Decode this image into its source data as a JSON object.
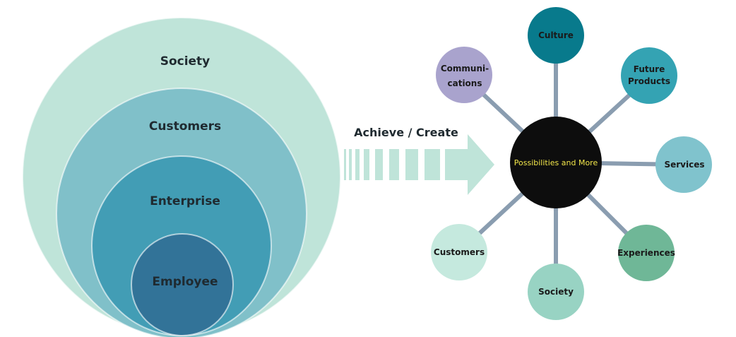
{
  "rings": [
    {
      "label": "Society",
      "color": "#bfe4d9"
    },
    {
      "label": "Customers",
      "color": "#80c0c9"
    },
    {
      "label": "Enterprise",
      "color": "#429db5"
    },
    {
      "label": "Employee",
      "color": "#327398"
    }
  ],
  "arrow": {
    "label": "Achieve / Create",
    "color": "#bfe4d9"
  },
  "center": {
    "label": "Possibilities and More",
    "color": "#0d0d0d",
    "text_color": "#f2e64a"
  },
  "spoke_color": "#8a9db0",
  "nodes": [
    {
      "id": "culture",
      "lines": [
        "Culture"
      ],
      "color": "#087a8c"
    },
    {
      "id": "future-products",
      "lines": [
        "Future",
        "Products"
      ],
      "color": "#34a3b3"
    },
    {
      "id": "services",
      "lines": [
        "Services"
      ],
      "color": "#80c3cd"
    },
    {
      "id": "experiences",
      "lines": [
        "Experiences"
      ],
      "color": "#6fb797"
    },
    {
      "id": "society",
      "lines": [
        "Society"
      ],
      "color": "#98d3c3"
    },
    {
      "id": "customers",
      "lines": [
        "Customers"
      ],
      "color": "#c5e9de"
    },
    {
      "id": "communications",
      "lines": [
        "Communi-",
        "cations"
      ],
      "color": "#a9a3cd"
    }
  ]
}
